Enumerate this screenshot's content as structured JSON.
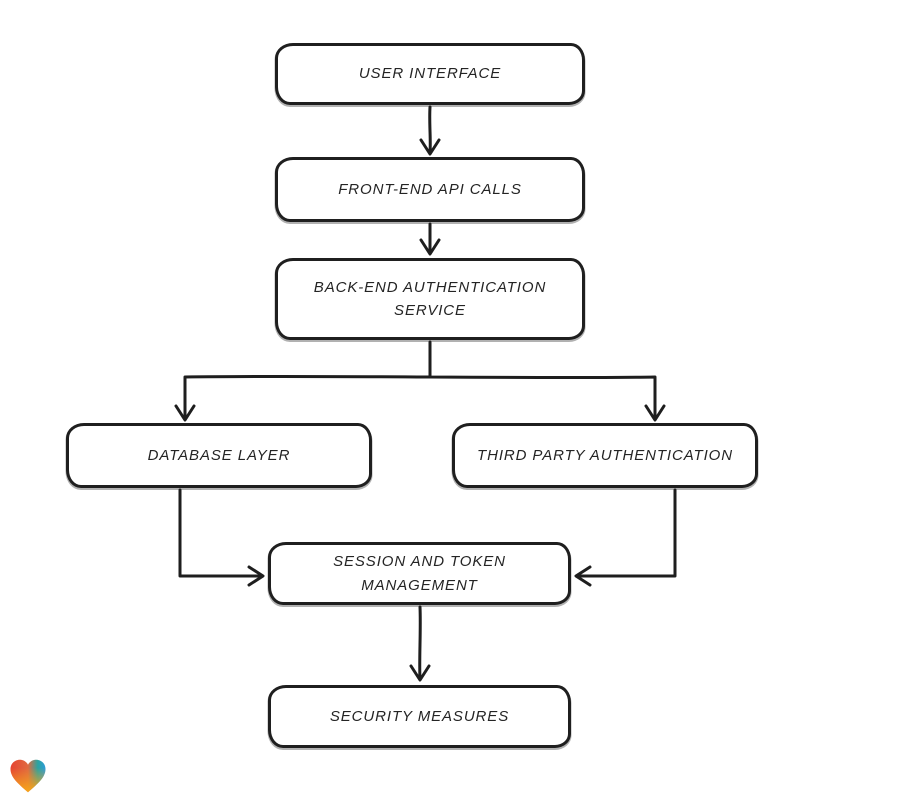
{
  "page": {
    "background": "#ffffff"
  },
  "diagram": {
    "type": "flowchart",
    "style": {
      "stroke": "#1e1e1e",
      "node_fill": "#ffffff",
      "node_border": "#1f1f1f"
    },
    "nodes": [
      {
        "id": "user-interface",
        "label": "USER INTERFACE"
      },
      {
        "id": "front-end-api-calls",
        "label": "FRONT-END API CALLS"
      },
      {
        "id": "back-end-authentication-service",
        "label": "BACK-END AUTHENTICATION SERVICE"
      },
      {
        "id": "database-layer",
        "label": "DATABASE LAYER"
      },
      {
        "id": "third-party-authentication",
        "label": "THIRD PARTY AUTHENTICATION"
      },
      {
        "id": "session-and-token-management",
        "label": "SESSION AND TOKEN MANAGEMENT"
      },
      {
        "id": "security-measures",
        "label": "SECURITY MEASURES"
      }
    ],
    "edges": [
      {
        "from": "user-interface",
        "to": "front-end-api-calls"
      },
      {
        "from": "front-end-api-calls",
        "to": "back-end-authentication-service"
      },
      {
        "from": "back-end-authentication-service",
        "to": "database-layer"
      },
      {
        "from": "back-end-authentication-service",
        "to": "third-party-authentication"
      },
      {
        "from": "database-layer",
        "to": "session-and-token-management"
      },
      {
        "from": "third-party-authentication",
        "to": "session-and-token-management"
      },
      {
        "from": "session-and-token-management",
        "to": "security-measures"
      }
    ]
  },
  "logo": {
    "name": "heart-logo",
    "colors": {
      "red": "#e64330",
      "blue": "#2f9bd8",
      "orange": "#f5a21b"
    }
  }
}
